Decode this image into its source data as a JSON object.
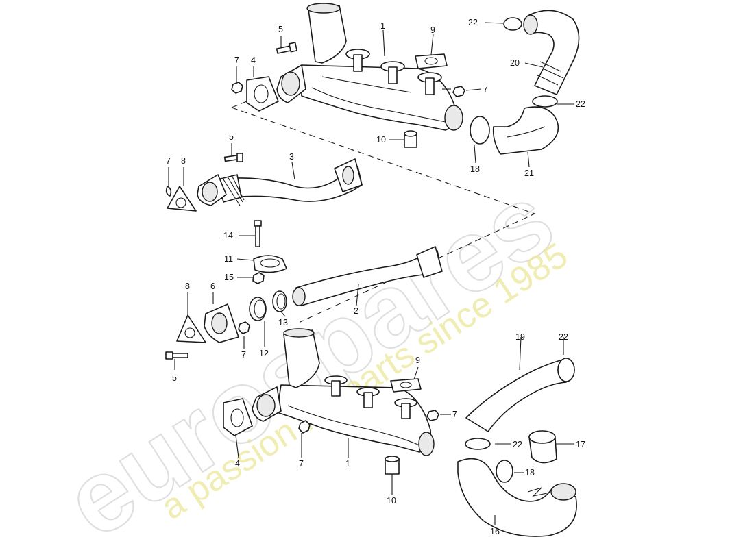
{
  "watermark": {
    "brand": "eurospares",
    "tagline": "a passion for parts since 1985"
  },
  "colors": {
    "line": "#1a1a1a",
    "watermark_brand": "#d8d8d8",
    "watermark_tagline": "#ece79a"
  },
  "callouts": {
    "p1a": "1",
    "p1b": "1",
    "p2": "2",
    "p3": "3",
    "p4a": "4",
    "p4b": "4",
    "p5a": "5",
    "p5b": "5",
    "p5c": "5",
    "p6": "6",
    "p7a": "7",
    "p7b": "7",
    "p7c": "7",
    "p7d": "7",
    "p7e": "7",
    "p7f": "7",
    "p8a": "8",
    "p8b": "8",
    "p9a": "9",
    "p9b": "9",
    "p10a": "10",
    "p10b": "10",
    "p11": "11",
    "p12": "12",
    "p13": "13",
    "p14": "14",
    "p15": "15",
    "p16": "16",
    "p17": "17",
    "p18a": "18",
    "p18b": "18",
    "p19": "19",
    "p20": "20",
    "p21": "21",
    "p22a": "22",
    "p22b": "22",
    "p22c": "22",
    "p22d": "22"
  }
}
